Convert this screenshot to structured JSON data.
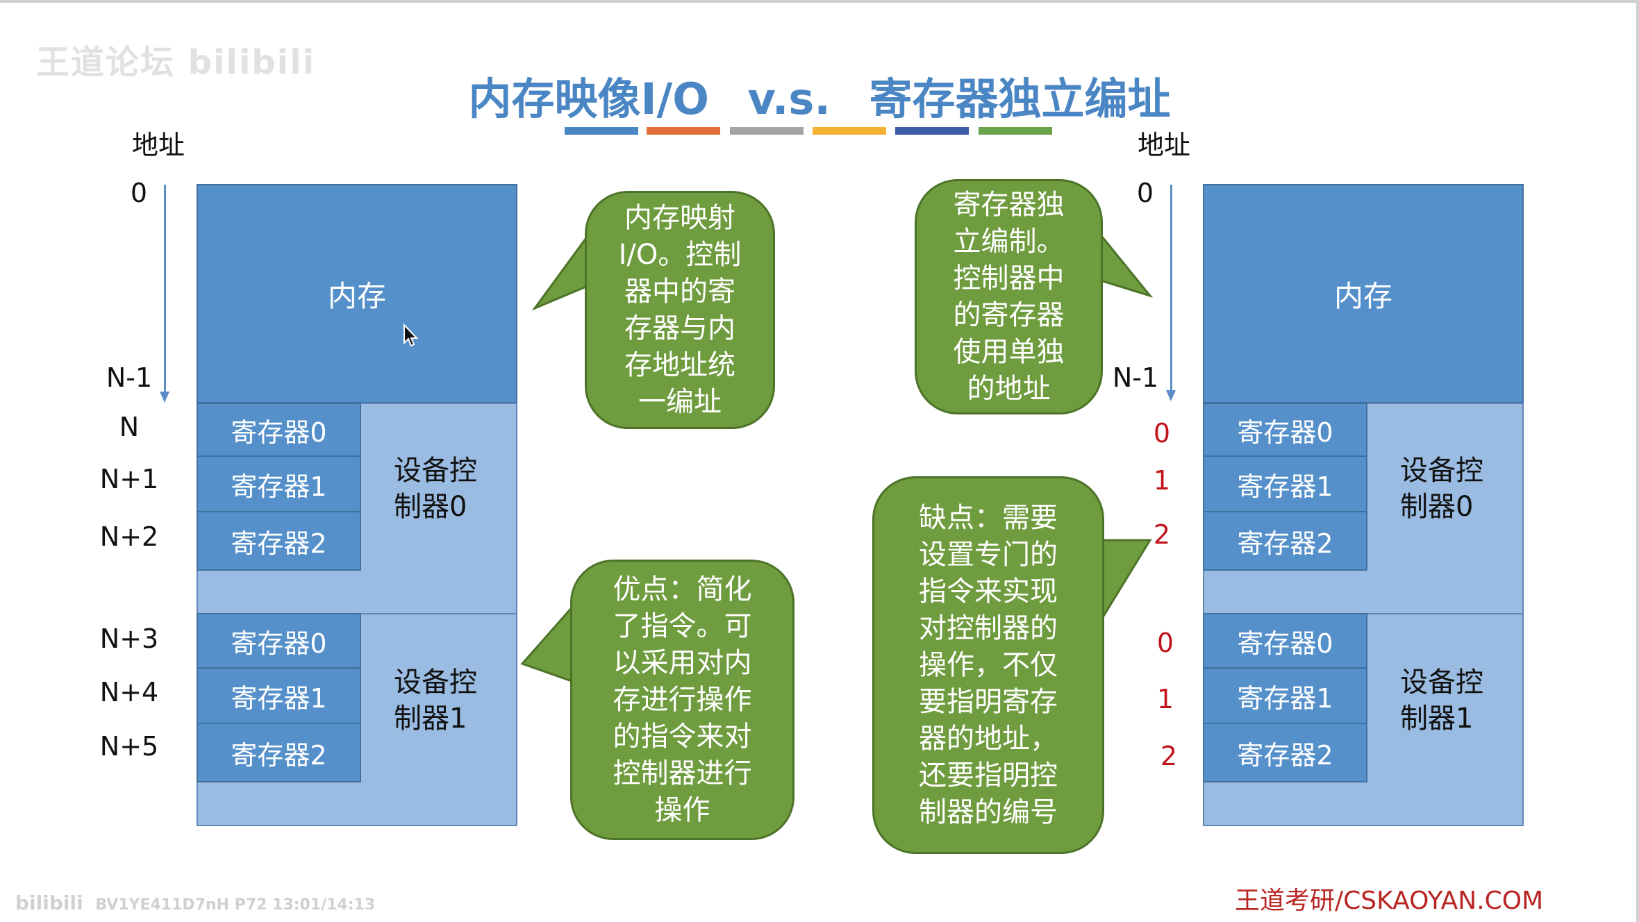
{
  "watermark": {
    "logo_text": "王道论坛 bilibili",
    "video_icon": "bilibili",
    "video_info": "BV1YE411D7nH P72 13:01/14:13"
  },
  "title": {
    "part1": "内存映像I/O",
    "vs": "v.s.",
    "part2": "寄存器独立编址"
  },
  "title_bar_colors": [
    "#4a85c4",
    "#e2703a",
    "#a5a5a5",
    "#f5b232",
    "#3c5aa6",
    "#6aa34b"
  ],
  "left_diagram": {
    "axis_title": "地址",
    "addr_labels": [
      "0",
      "N-1",
      "N",
      "N+1",
      "N+2",
      "N+3",
      "N+4",
      "N+5"
    ],
    "memory_label": "内存",
    "controllers": [
      {
        "label_line1": "设备控",
        "label_line2": "制器0",
        "registers": [
          "寄存器0",
          "寄存器1",
          "寄存器2"
        ]
      },
      {
        "label_line1": "设备控",
        "label_line2": "制器1",
        "registers": [
          "寄存器0",
          "寄存器1",
          "寄存器2"
        ]
      }
    ]
  },
  "right_diagram": {
    "axis_title": "地址",
    "addr_labels": [
      "0",
      "N-1"
    ],
    "reg_numbers": [
      "0",
      "1",
      "2",
      "0",
      "1",
      "2"
    ],
    "memory_label": "内存",
    "controllers": [
      {
        "label_line1": "设备控",
        "label_line2": "制器0",
        "registers": [
          "寄存器0",
          "寄存器1",
          "寄存器2"
        ]
      },
      {
        "label_line1": "设备控",
        "label_line2": "制器1",
        "registers": [
          "寄存器0",
          "寄存器1",
          "寄存器2"
        ]
      }
    ]
  },
  "callouts": {
    "memory_mapped": [
      "内存映射",
      "I/O。控制",
      "器中的寄",
      "存器与内",
      "存地址统",
      "一编址"
    ],
    "advantage": [
      "优点：简化",
      "了指令。可",
      "以采用对内",
      "存进行操作",
      "的指令来对",
      "控制器进行",
      "操作"
    ],
    "independent": [
      "寄存器独",
      "立编制。",
      "控制器中",
      "的寄存器",
      "使用单独",
      "的地址"
    ],
    "disadvantage": [
      "缺点：需要",
      "设置专门的",
      "指令来实现",
      "对控制器的",
      "操作，不仅",
      "要指明寄存",
      "器的地址，",
      "还要指明控",
      "制器的编号"
    ]
  },
  "colors": {
    "bubble_green": "#6f9c3e",
    "memory_blue": "#5590cb",
    "controller_light_blue": "#9bbce2",
    "register_number_red": "#c0141c"
  },
  "footer": {
    "brand": "王道考研/CSKAOYAN.COM"
  }
}
